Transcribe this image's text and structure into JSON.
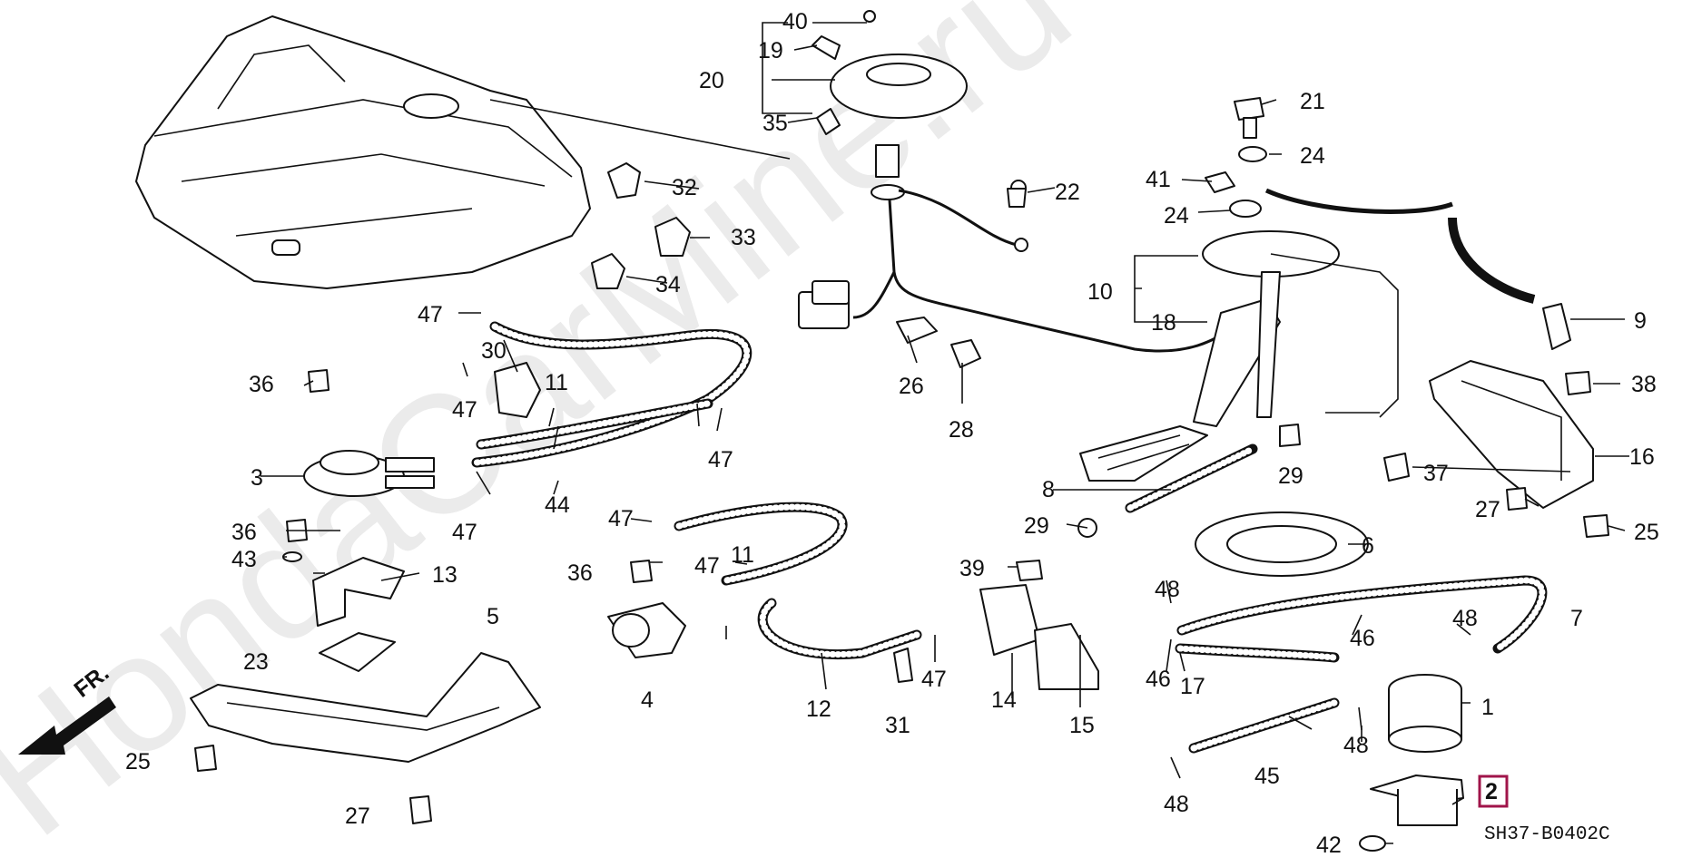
{
  "watermark": "HondaCarMine.ru",
  "direction_label": "FR.",
  "diagram_code": "SH37-B0402C",
  "highlighted_part": "2",
  "callouts": [
    "40",
    "19",
    "20",
    "35",
    "32",
    "33",
    "34",
    "21",
    "24",
    "41",
    "24",
    "22",
    "10",
    "18",
    "9",
    "38",
    "16",
    "37",
    "27",
    "25",
    "47",
    "30",
    "11",
    "36",
    "47",
    "47",
    "3",
    "44",
    "47",
    "36",
    "43",
    "13",
    "47",
    "11",
    "36",
    "47",
    "4",
    "12",
    "31",
    "47",
    "39",
    "14",
    "15",
    "26",
    "28",
    "8",
    "29",
    "29",
    "6",
    "5",
    "23",
    "25",
    "27",
    "48",
    "46",
    "46",
    "17",
    "48",
    "7",
    "1",
    "48",
    "45",
    "48",
    "2",
    "42"
  ]
}
